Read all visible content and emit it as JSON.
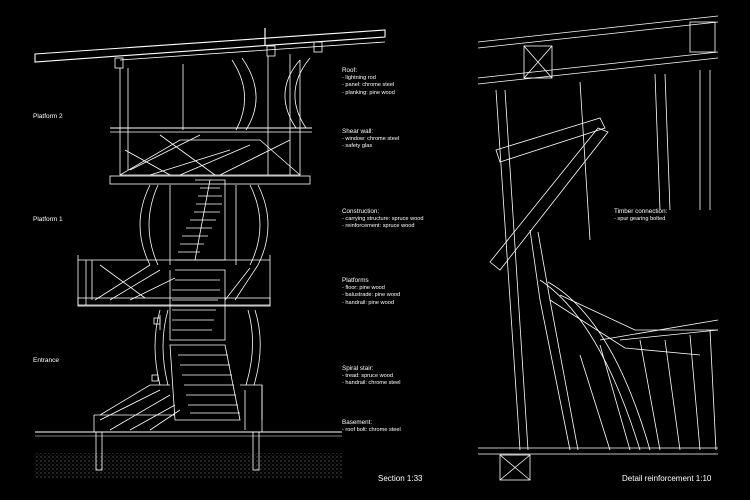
{
  "levels": {
    "platform2": "Platform 2",
    "platform1": "Platform 1",
    "entrance": "Entrance"
  },
  "notes": {
    "roof": {
      "title": "Roof:",
      "items": [
        "- lightning rod",
        "- panel: chrome steel",
        "- planking: pine wood"
      ]
    },
    "shear": {
      "title": "Shear wall:",
      "items": [
        "- window: chrome steel",
        "- safety glas"
      ]
    },
    "construction": {
      "title": "Construction:",
      "items": [
        "- carrying structure: spruce wood",
        "- reinforcement: spruce wood"
      ]
    },
    "platforms": {
      "title": "Platforms",
      "items": [
        "- floor: pine wood",
        "- balustrade: pine wood",
        "- handrail: pine wood"
      ]
    },
    "stair": {
      "title": "Spiral stair:",
      "items": [
        "- tread: spruce wood",
        "- handrail: chrome steel"
      ]
    },
    "basement": {
      "title": "Basement:",
      "items": [
        "- roof bolt: chrome steel"
      ]
    },
    "timber": {
      "title": "Timber connection:",
      "items": [
        "- spur gearing bolted"
      ]
    }
  },
  "captions": {
    "section": "Section  1:33",
    "detail": "Detail reinforcement  1:10"
  }
}
